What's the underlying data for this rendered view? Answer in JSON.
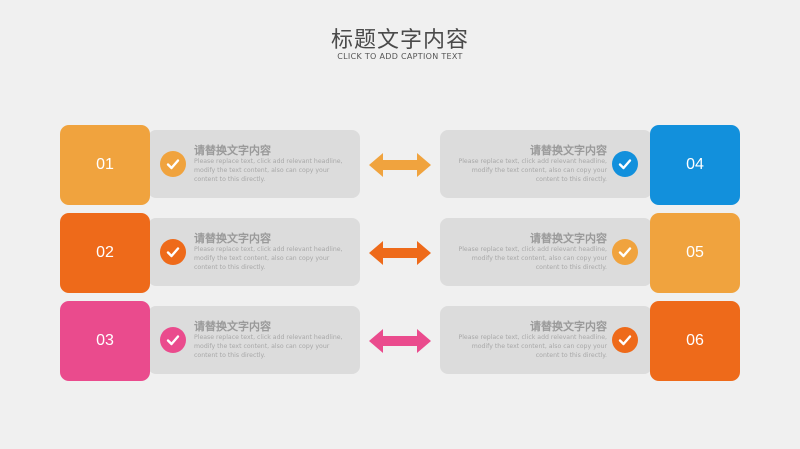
{
  "header": {
    "title": "标题文字内容",
    "subtitle": "CLICK TO ADD CAPTION TEXT"
  },
  "items": [
    {
      "number": "01",
      "color": "#f0a33e",
      "heading": "请替换文字内容",
      "body": "Please replace text, click add relevant headline, modify the text content, also can copy your content to this directly."
    },
    {
      "number": "02",
      "color": "#ee6a1a",
      "heading": "请替换文字内容",
      "body": "Please replace text, click add relevant headline, modify the text content, also can copy your content to this directly."
    },
    {
      "number": "03",
      "color": "#ea4b8d",
      "heading": "请替换文字内容",
      "body": "Please replace text, click add relevant headline, modify the text content, also can copy your content to this directly."
    },
    {
      "number": "04",
      "color": "#1290dc",
      "heading": "请替换文字内容",
      "body": "Please replace text, click add relevant headline, modify the text content, also can copy your content to this directly."
    },
    {
      "number": "05",
      "color": "#f0a33e",
      "heading": "请替换文字内容",
      "body": "Please replace text, click add relevant headline, modify the text content, also can copy your content to this directly."
    },
    {
      "number": "06",
      "color": "#ee6a1a",
      "heading": "请替换文字内容",
      "body": "Please replace text, click add relevant headline, modify the text content, also can copy your content to this directly."
    }
  ],
  "arrows": [
    {
      "color": "#f0a33e"
    },
    {
      "color": "#ee6a1a"
    },
    {
      "color": "#ea4b8d"
    }
  ],
  "icons": {
    "check": "check-circle-icon",
    "arrow": "double-arrow-icon"
  }
}
